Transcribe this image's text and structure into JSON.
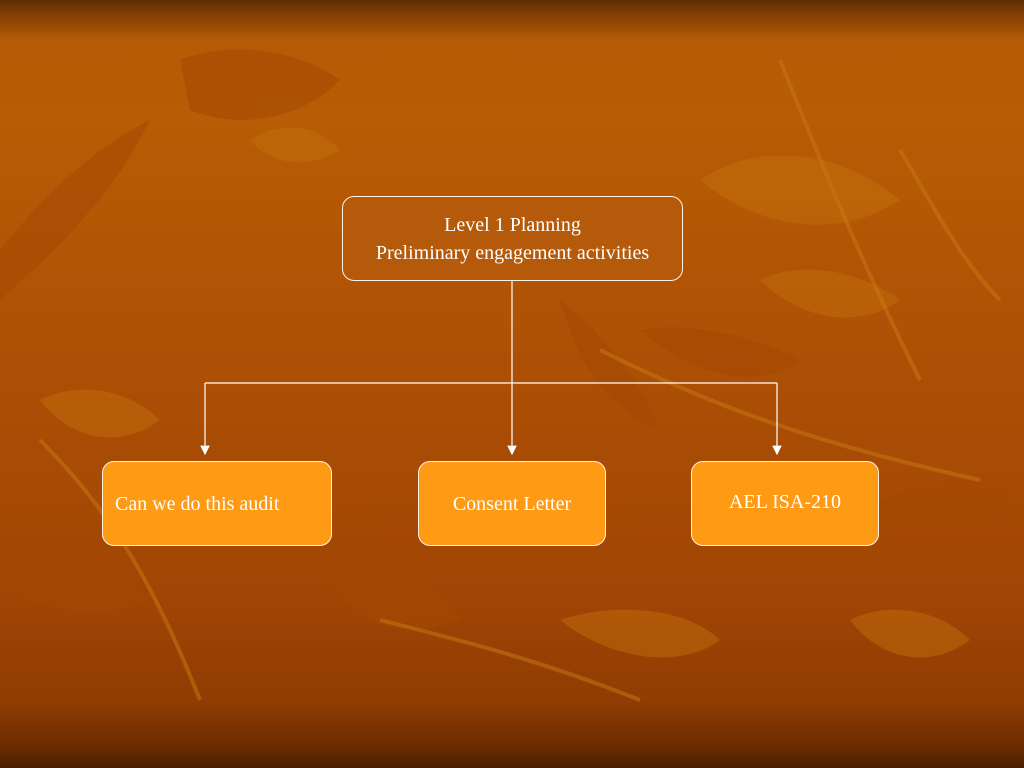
{
  "diagram": {
    "root": {
      "line1": "Level 1 Planning",
      "line2": "Preliminary engagement activities"
    },
    "children": [
      {
        "label": "Can we do this audit"
      },
      {
        "label": "Consent Letter"
      },
      {
        "label": "AEL ISA-210"
      }
    ]
  },
  "colors": {
    "background": "#b05305",
    "root_fill": "#b55a0a",
    "child_fill": "#ff9a14",
    "connector": "#ffffff"
  }
}
